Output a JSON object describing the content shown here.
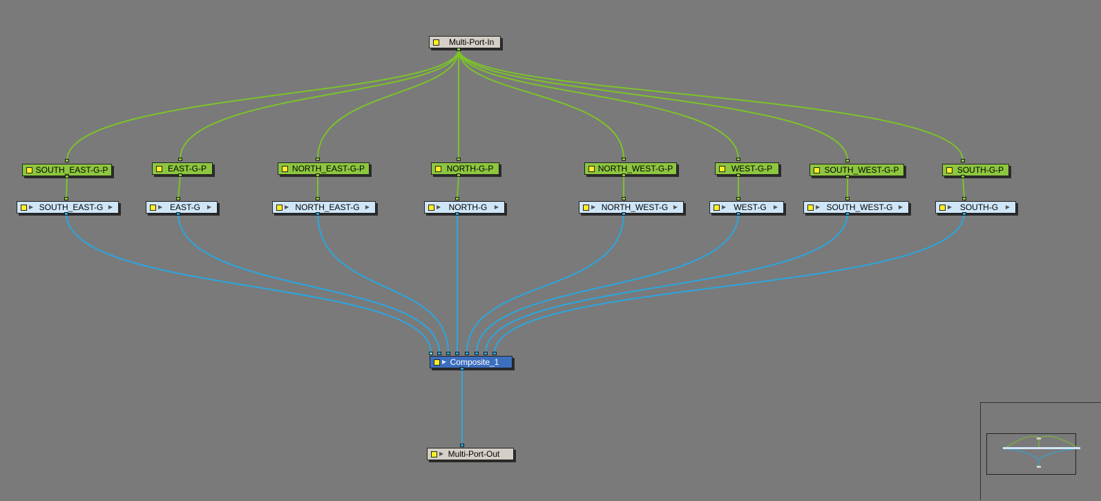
{
  "colors": {
    "background": "#7a7a7a",
    "green_wire": "#7cc428",
    "blue_wire": "#2aa7e0",
    "gray_node": "#d4d0c8",
    "green_node": "#8dc63f",
    "light_node": "#cfe6f8",
    "composite_node": "#3d6fbf"
  },
  "icons": {
    "node_toggle": "yellow-square",
    "port_arrow": "triangle-right"
  },
  "nodes": {
    "multi_port_in": "Multi-Port-In",
    "pegs": [
      "SOUTH_EAST-G-P",
      "EAST-G-P",
      "NORTH_EAST-G-P",
      "NORTH-G-P",
      "NORTH_WEST-G-P",
      "WEST-G-P",
      "SOUTH_WEST-G-P",
      "SOUTH-G-P"
    ],
    "groups": [
      "SOUTH_EAST-G",
      "EAST-G",
      "NORTH_EAST-G",
      "NORTH-G",
      "NORTH_WEST-G",
      "WEST-G",
      "SOUTH_WEST-G",
      "SOUTH-G"
    ],
    "composite": "Composite_1",
    "multi_port_out": "Multi-Port-Out"
  }
}
